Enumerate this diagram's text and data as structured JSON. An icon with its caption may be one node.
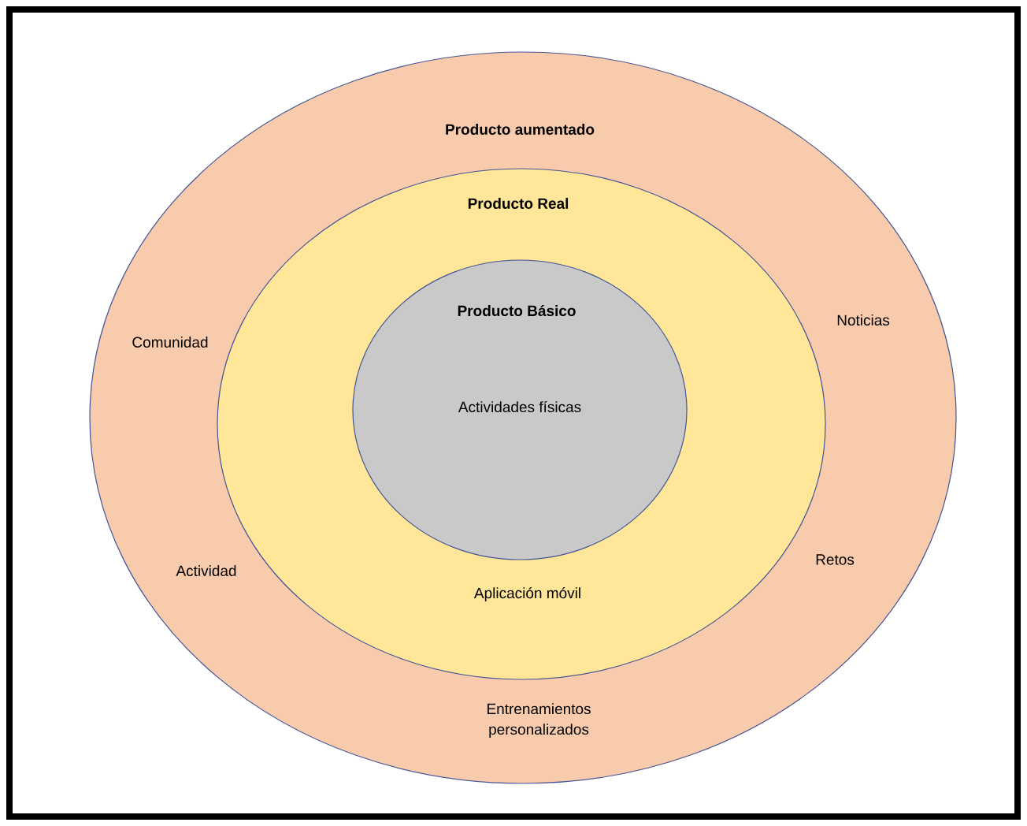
{
  "diagram": {
    "nodes": [
      {
        "text": [
          "Producto aumentado",
          "Comunidad",
          "Noticias",
          "Actividad",
          "Retos",
          "Entrenamientos personalizados"
        ]
      },
      {
        "text": [
          "Producto Real",
          "Aplicación móvil"
        ],
        "in": 0
      },
      {
        "text": [
          "Producto Básico",
          "Actividades físicas"
        ],
        "in": 1
      }
    ]
  }
}
